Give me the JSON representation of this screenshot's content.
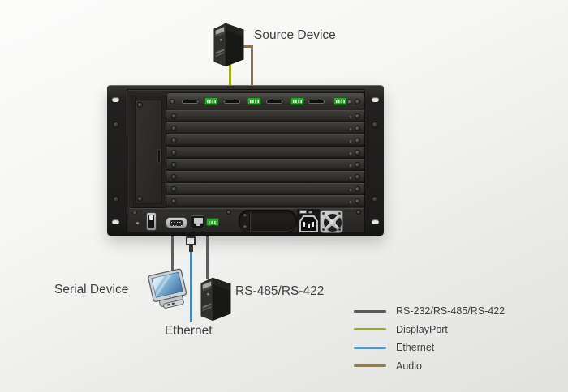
{
  "diagram": {
    "source_device_label": "Source Device",
    "serial_device_label": "Serial Device",
    "rs485_device_label": "RS-485/RS-422",
    "ethernet_label": "Ethernet"
  },
  "connections": {
    "displayport": {
      "color": "#a0ad21"
    },
    "audio": {
      "color": "#8a7550"
    },
    "serial_rs232": {
      "color": "#5d5e5f"
    },
    "rs485_rs422": {
      "color": "#5d5e5f"
    },
    "ethernet": {
      "color": "#4f88b2"
    }
  },
  "legend": {
    "items": [
      {
        "label": "RS-232/RS-485/RS-422",
        "color": "#58595b"
      },
      {
        "label": "DisplayPort",
        "color": "#9aa81d"
      },
      {
        "label": "Ethernet",
        "color": "#6093bb"
      },
      {
        "label": "Audio",
        "color": "#8f7b58"
      }
    ]
  },
  "switch": {
    "top_port_pairs": 4,
    "blank_slot_rows": 8,
    "connector_green": "#2da32a"
  }
}
